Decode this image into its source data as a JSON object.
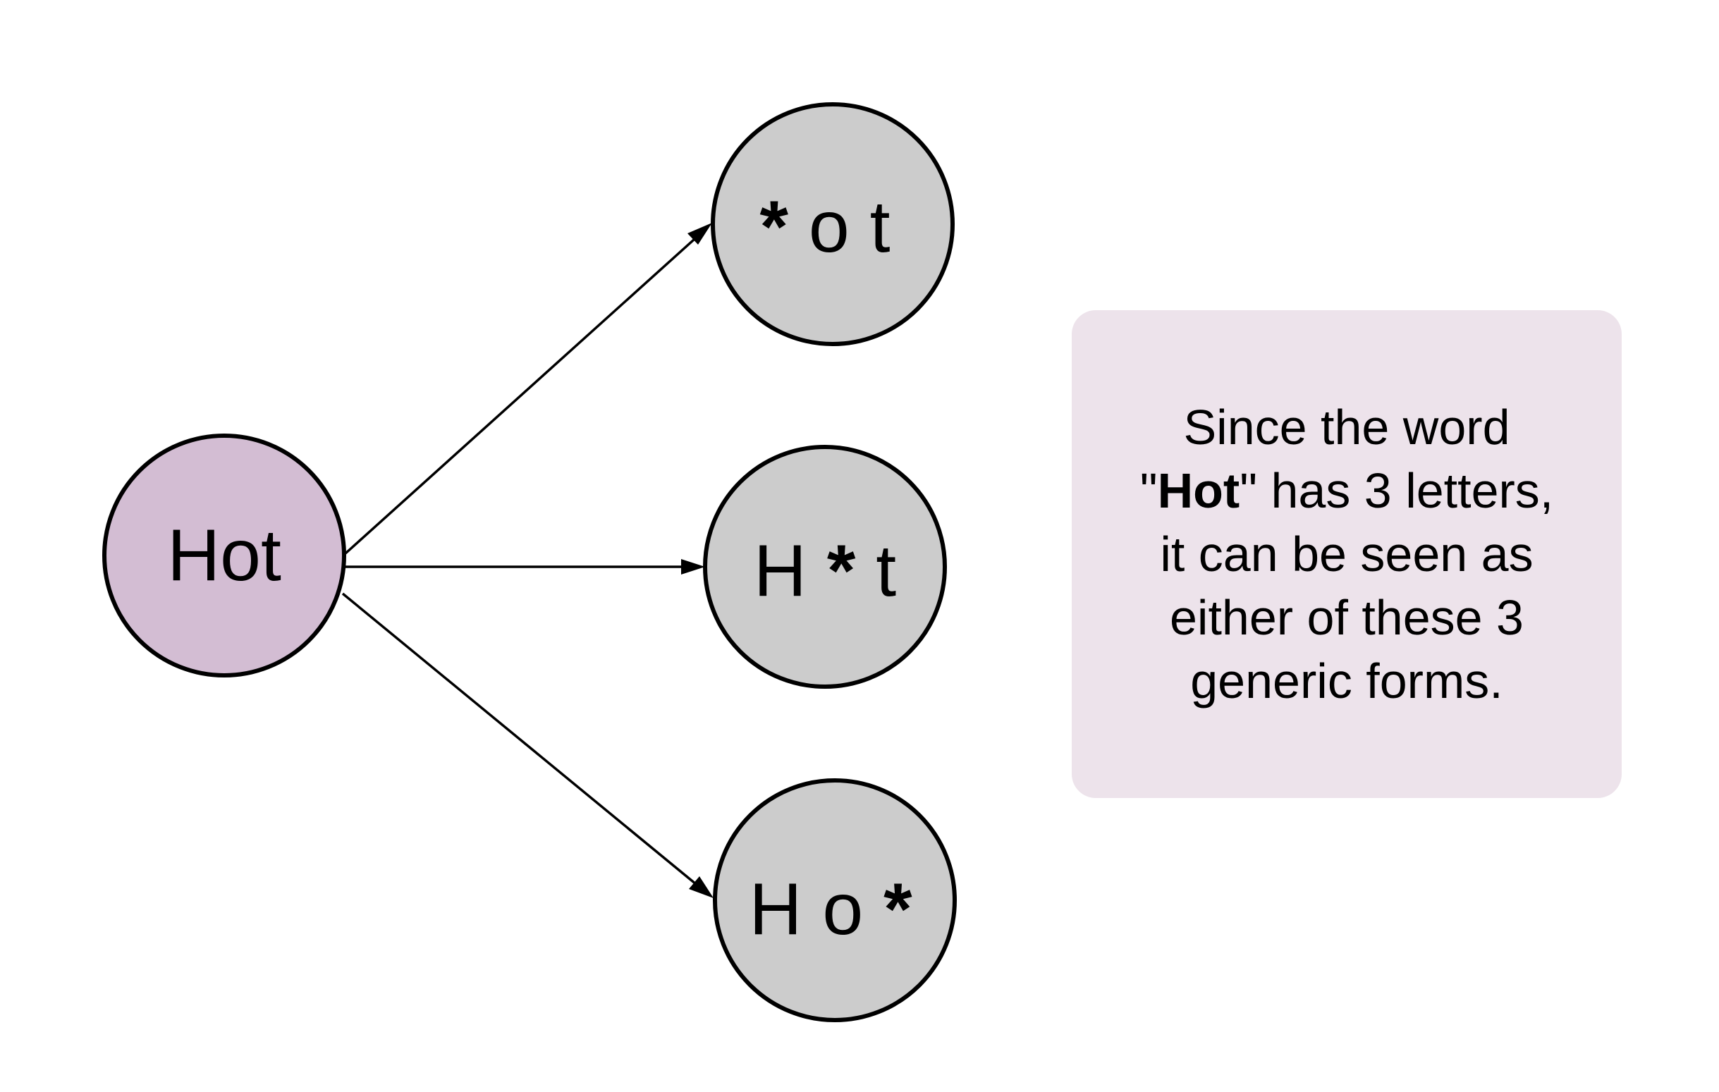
{
  "colors": {
    "source_fill": "#d3bdd3",
    "target_fill": "#cccccc",
    "note_fill": "#ede3eb",
    "stroke": "#000000"
  },
  "source_node": {
    "label": "Hot"
  },
  "target_nodes": [
    {
      "before": "",
      "star": "*",
      "after": " o t"
    },
    {
      "before": "H ",
      "star": "*",
      "after": " t"
    },
    {
      "before": "H o ",
      "star": "*",
      "after": ""
    }
  ],
  "note": {
    "line1": "Since the word",
    "line2_quote_open": "\"",
    "line2_bold": "Hot",
    "line2_rest": "\" has 3 letters,",
    "line3": "it can be seen as",
    "line4": "either of these 3",
    "line5": "generic forms."
  }
}
